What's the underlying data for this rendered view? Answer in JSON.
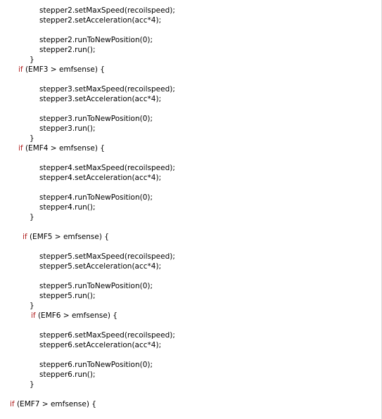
{
  "code": {
    "lines": [
      {
        "indent": "",
        "keyword": "",
        "text": "stepper2.setMaxSpeed(recoilspeed);"
      },
      {
        "indent": "",
        "keyword": "",
        "text": "stepper2.setAcceleration(acc*4);"
      },
      {
        "indent": "",
        "keyword": "",
        "text": "stepper2.runToNewPosition(0);"
      },
      {
        "indent": "",
        "keyword": "",
        "text": "stepper2.run();"
      },
      {
        "indent": "",
        "keyword": "",
        "text": "}"
      },
      {
        "indent": "",
        "keyword": "if",
        "text": " (EMF3 > emfsense) {"
      },
      {
        "indent": "",
        "keyword": "",
        "text": "stepper3.setMaxSpeed(recoilspeed);"
      },
      {
        "indent": "",
        "keyword": "",
        "text": "stepper3.setAcceleration(acc*4);"
      },
      {
        "indent": "",
        "keyword": "",
        "text": "stepper3.runToNewPosition(0);"
      },
      {
        "indent": "",
        "keyword": "",
        "text": "stepper3.run();"
      },
      {
        "indent": "",
        "keyword": "",
        "text": "}"
      },
      {
        "indent": "",
        "keyword": "if",
        "text": " (EMF4 > emfsense) {"
      },
      {
        "indent": "",
        "keyword": "",
        "text": "stepper4.setMaxSpeed(recoilspeed);"
      },
      {
        "indent": "",
        "keyword": "",
        "text": "stepper4.setAcceleration(acc*4);"
      },
      {
        "indent": "",
        "keyword": "",
        "text": "stepper4.runToNewPosition(0);"
      },
      {
        "indent": "",
        "keyword": "",
        "text": "stepper4.run();"
      },
      {
        "indent": "",
        "keyword": "",
        "text": "}"
      },
      {
        "indent": "",
        "keyword": "if",
        "text": " (EMF5 > emfsense) {"
      },
      {
        "indent": "",
        "keyword": "",
        "text": "stepper5.setMaxSpeed(recoilspeed);"
      },
      {
        "indent": "",
        "keyword": "",
        "text": "stepper5.setAcceleration(acc*4);"
      },
      {
        "indent": "",
        "keyword": "",
        "text": "stepper5.runToNewPosition(0);"
      },
      {
        "indent": "",
        "keyword": "",
        "text": "stepper5.run();"
      },
      {
        "indent": "",
        "keyword": "",
        "text": "}"
      },
      {
        "indent": "",
        "keyword": "if",
        "text": " (EMF6 > emfsense) {"
      },
      {
        "indent": "",
        "keyword": "",
        "text": "stepper6.setMaxSpeed(recoilspeed);"
      },
      {
        "indent": "",
        "keyword": "",
        "text": "stepper6.setAcceleration(acc*4);"
      },
      {
        "indent": "",
        "keyword": "",
        "text": "stepper6.runToNewPosition(0);"
      },
      {
        "indent": "",
        "keyword": "",
        "text": "stepper6.run();"
      },
      {
        "indent": "",
        "keyword": "",
        "text": "}"
      },
      {
        "indent": "",
        "keyword": "if",
        "text": " (EMF7 > emfsense) {"
      }
    ]
  },
  "colors": {
    "background": "#ffffff",
    "text": "#000000",
    "keyword": "#b22222"
  }
}
